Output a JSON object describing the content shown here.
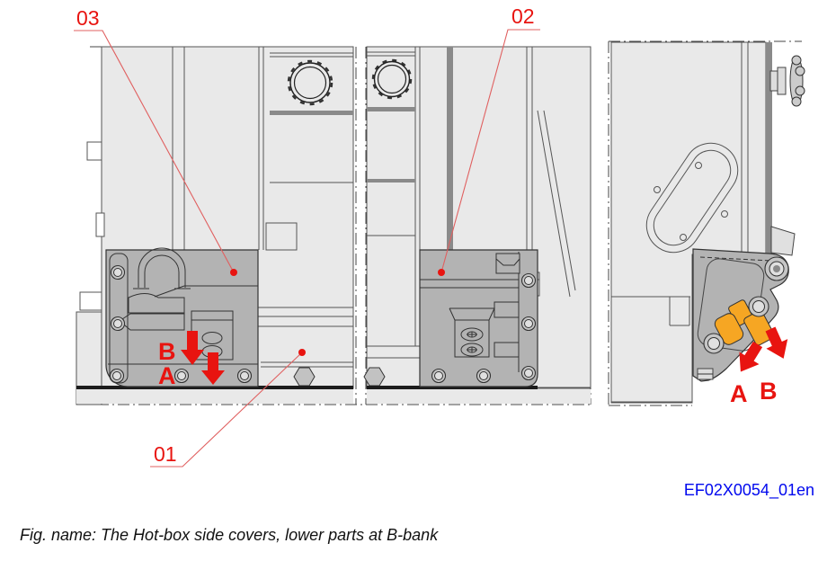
{
  "labels": {
    "callout_03": "03",
    "callout_02": "02",
    "callout_01": "01",
    "front_b": "B",
    "front_a": "A",
    "side_a": "A",
    "side_b": "B"
  },
  "drawing_id": "EF02X0054_01en",
  "caption": "Fig. name: The Hot-box side covers, lower parts at B-bank",
  "colors": {
    "callout_red": "#e81410",
    "leader_red": "#e06060",
    "highlight_orange": "#f6a623",
    "drawing_id_blue": "#0008ee",
    "body_gray": "#e9e9e9",
    "cover_gray": "#b3b3b3",
    "edge_dark": "#333333"
  }
}
